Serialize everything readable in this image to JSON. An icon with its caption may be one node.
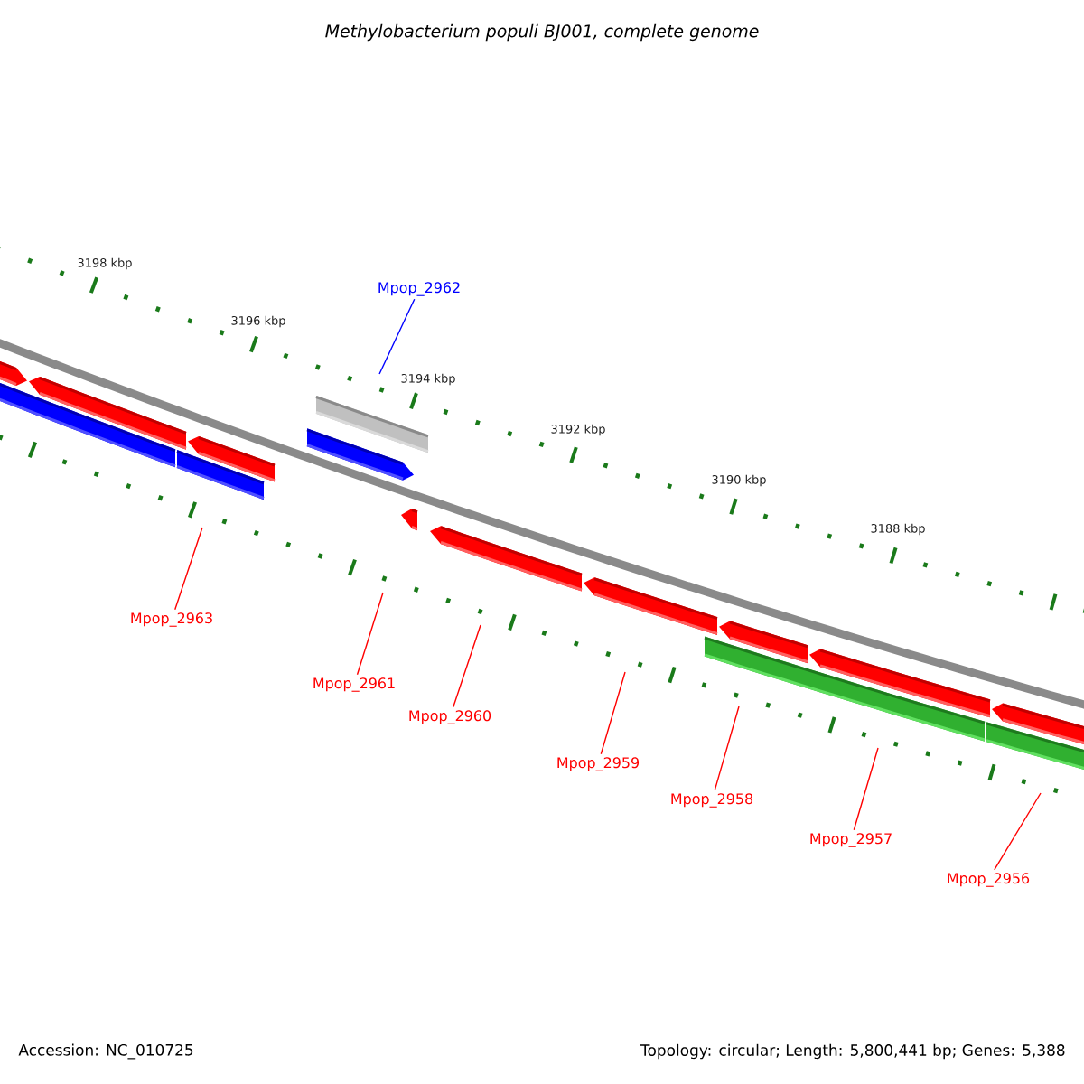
{
  "diagram": {
    "title": "Methylobacterium populi BJ001, complete genome",
    "nodes": [
      {
        "text": [
          "Mpop_2962"
        ]
      },
      {
        "text": [
          "Mpop_2963"
        ]
      },
      {
        "text": [
          "Mpop_2961"
        ]
      },
      {
        "text": [
          "Mpop_2960"
        ]
      },
      {
        "text": [
          "Mpop_2959"
        ]
      },
      {
        "text": [
          "Mpop_2958"
        ]
      },
      {
        "text": [
          "Mpop_2957"
        ]
      },
      {
        "text": [
          "Mpop_2956"
        ]
      }
    ],
    "edges": [
      {
        "from": 0,
        "to": null,
        "arrow": "none",
        "color": "#0000ff"
      },
      {
        "from": 1,
        "to": null,
        "arrow": "none"
      },
      {
        "from": 2,
        "to": null,
        "arrow": "none"
      },
      {
        "from": 3,
        "to": null,
        "arrow": "none"
      },
      {
        "from": 4,
        "to": null,
        "arrow": "none"
      },
      {
        "from": 5,
        "to": null,
        "arrow": "none"
      },
      {
        "from": 6,
        "to": null,
        "arrow": "none"
      },
      {
        "from": 7,
        "to": null,
        "arrow": "none"
      }
    ],
    "labels": [
      "3198 kbp",
      "3196 kbp",
      "3194 kbp",
      "3192 kbp",
      "3190 kbp",
      "3188 kbp",
      "Accession: NC_010725",
      "Topology: circular; Length: 5,800,441 bp; Genes: 5,388"
    ]
  }
}
